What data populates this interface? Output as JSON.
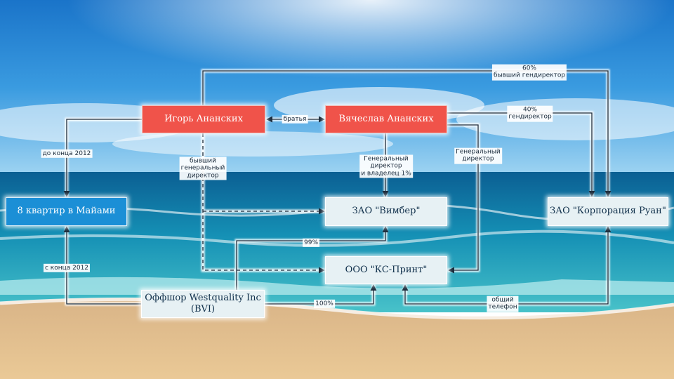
{
  "colors": {
    "person": "#f0534a",
    "apartments": "#1b8fd6",
    "company": "#e7f1f4",
    "sky_top": "#1670c4",
    "sea": "#0d7fa8",
    "sand": "#e6c28b"
  },
  "nodes": {
    "igor": "Игорь Ананских",
    "vyacheslav": "Вячеслав Ананских",
    "miami": "8 квартир в Майами",
    "wimber": "ЗАО \"Вимбер\"",
    "ruan": "ЗАО \"Корпорация Руан\"",
    "ksprint": "ООО \"КС-Принт\"",
    "westquality_line1": "Оффшор Westquality Inc",
    "westquality_line2": "(BVI)"
  },
  "links": {
    "brothers": "братья",
    "until_2012": "до конца 2012",
    "since_2012": "с конца 2012",
    "former_gd_1": "бывший",
    "former_gd_2": "генеральный",
    "former_gd_3": "директор",
    "pct60": "60%",
    "former_ceo": "бывший гендиректор",
    "pct40": "40%",
    "ceo": "гендиректор",
    "gd_owner_1": "Генеральный",
    "gd_owner_2": "директор",
    "gd_owner_3": "и владелец 1%",
    "gd_1": "Генеральный",
    "gd_2": "директор",
    "pct99": "99%",
    "pct100": "100%",
    "shared_phone_1": "общий",
    "shared_phone_2": "телефон"
  }
}
